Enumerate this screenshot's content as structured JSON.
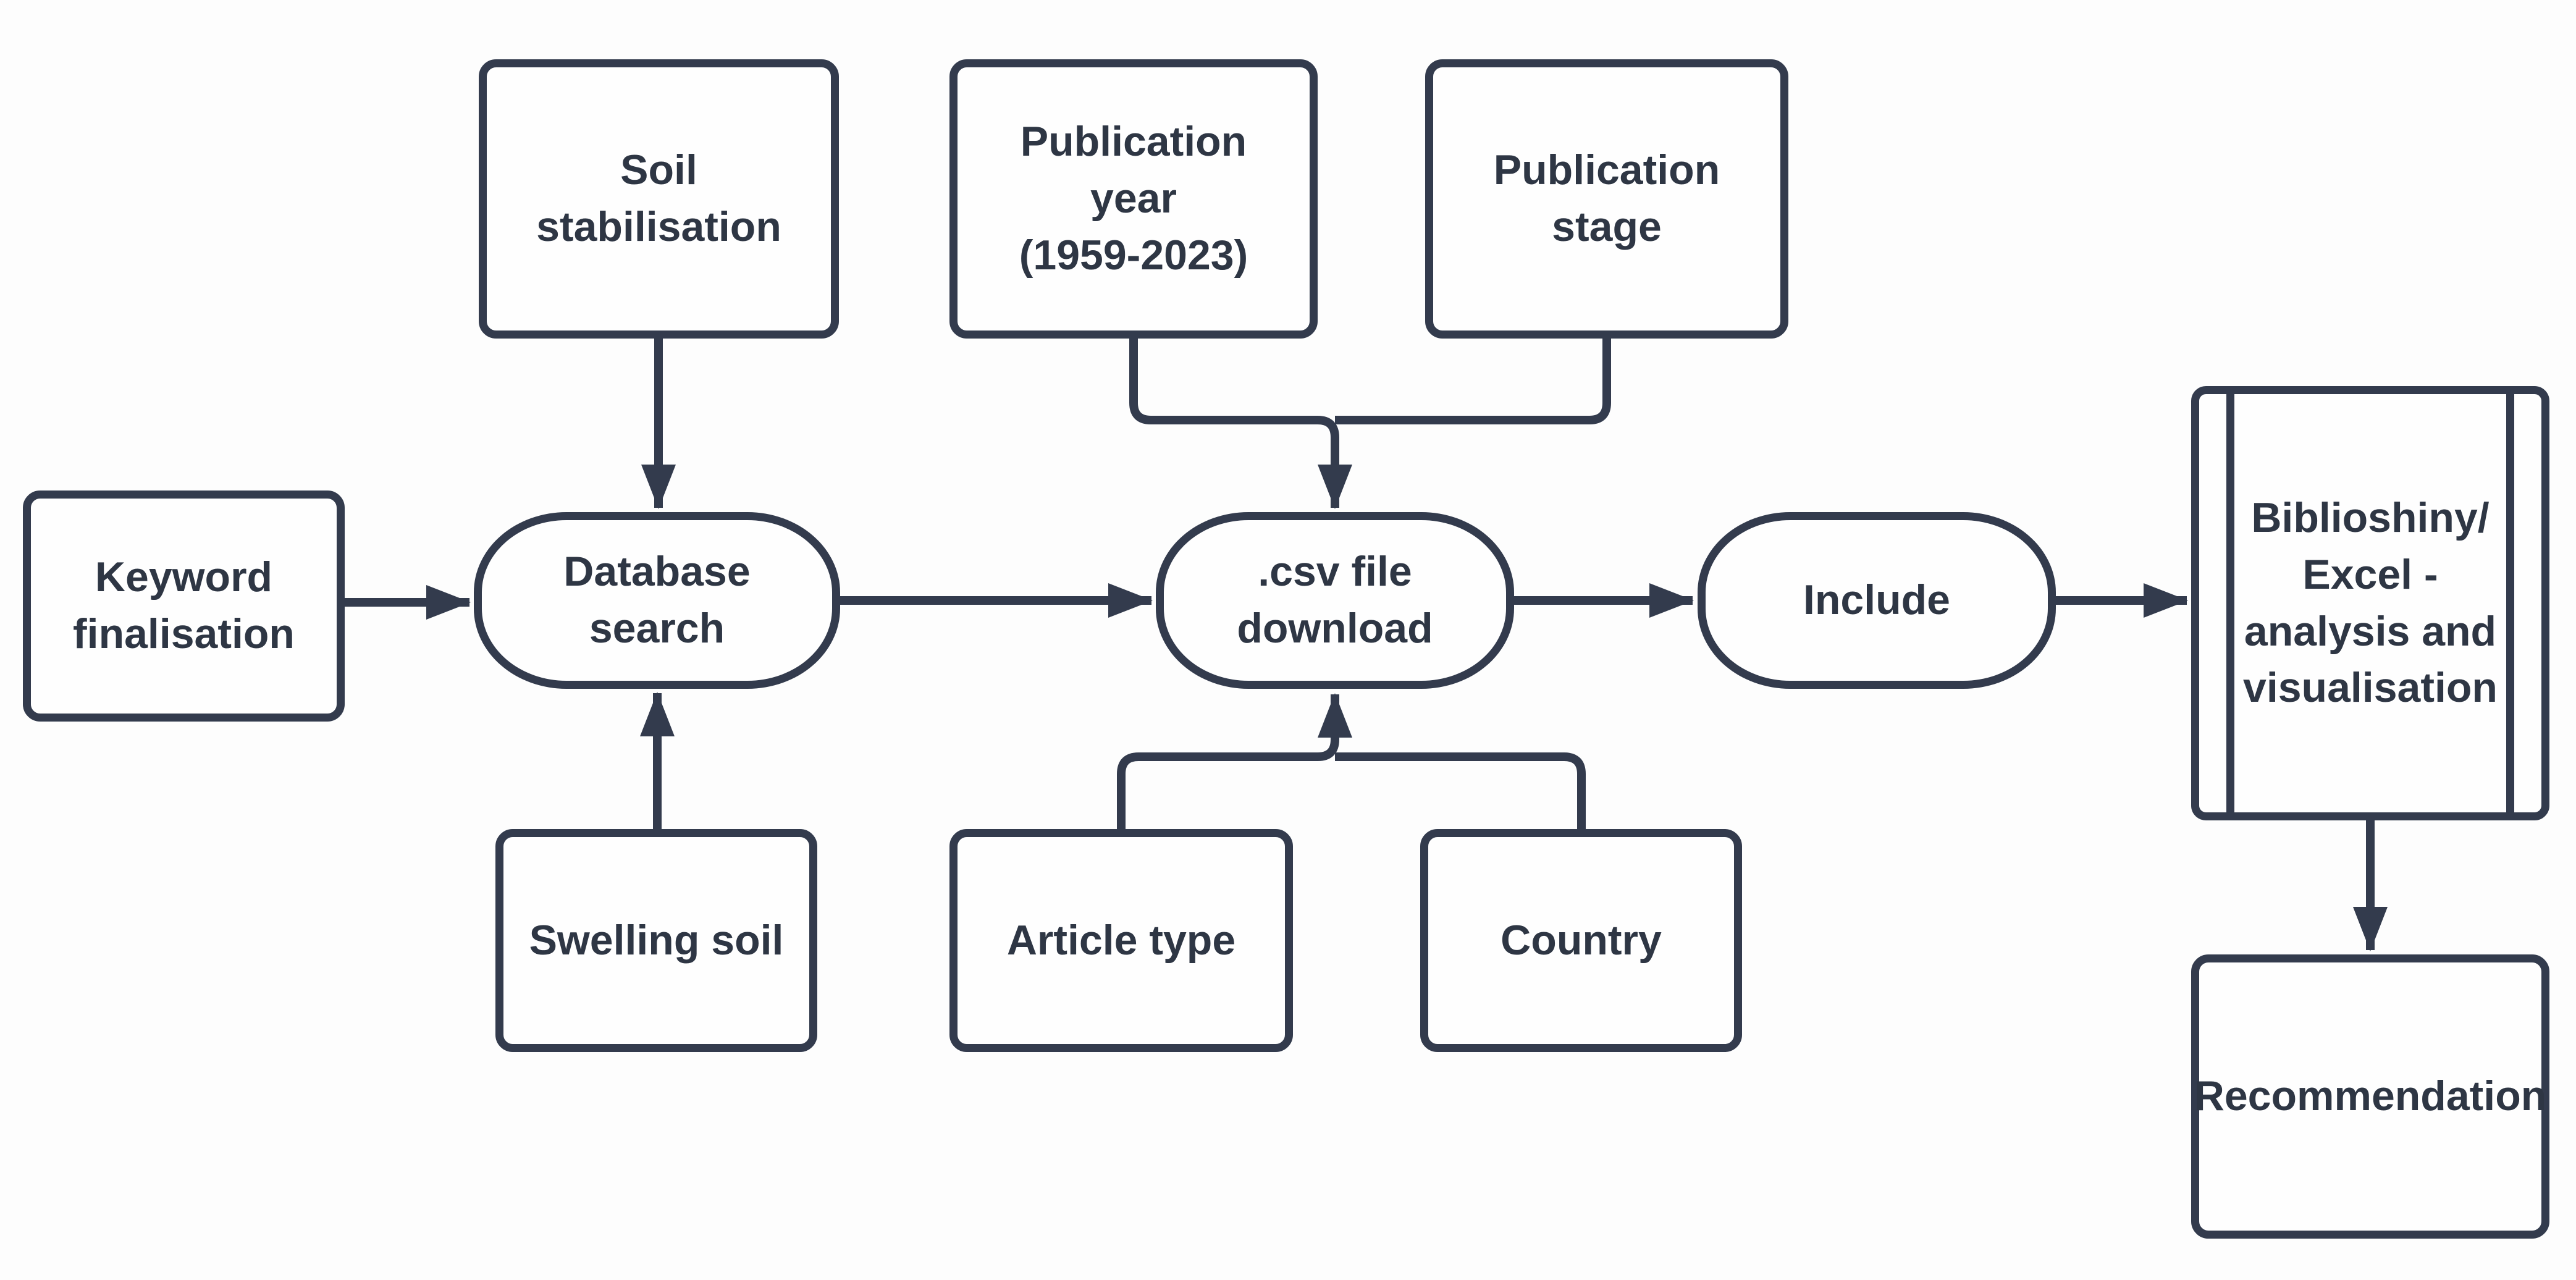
{
  "colors": {
    "background": "#fdfdfd",
    "node-fill": "#fefefe",
    "stroke": "#333b4d",
    "text": "#2e3644"
  },
  "nodes": {
    "soil_stabilisation": {
      "label": "Soil\nstabilisation",
      "shape": "rectangle"
    },
    "publication_year": {
      "label": "Publication\nyear\n(1959-2023)",
      "shape": "rectangle"
    },
    "publication_stage": {
      "label": "Publication\nstage",
      "shape": "rectangle"
    },
    "keyword_finalisation": {
      "label": "Keyword\nfinalisation",
      "shape": "rectangle"
    },
    "database_search": {
      "label": "Database search",
      "shape": "terminator"
    },
    "csv_file_download": {
      "label": ".csv file\ndownload",
      "shape": "terminator"
    },
    "include": {
      "label": "Include",
      "shape": "terminator"
    },
    "biblioshiny_excel": {
      "label": "Biblioshiny/\nExcel -\nanalysis and\nvisualisation",
      "shape": "predefined-process"
    },
    "swelling_soil": {
      "label": "Swelling soil",
      "shape": "rectangle"
    },
    "article_type": {
      "label": "Article type",
      "shape": "rectangle"
    },
    "country": {
      "label": "Country",
      "shape": "rectangle"
    },
    "recommendation": {
      "label": "Recommendation",
      "shape": "rectangle"
    }
  },
  "edges": [
    {
      "from": "soil_stabilisation",
      "to": "database_search"
    },
    {
      "from": "swelling_soil",
      "to": "database_search"
    },
    {
      "from": "keyword_finalisation",
      "to": "database_search"
    },
    {
      "from": "database_search",
      "to": "csv_file_download"
    },
    {
      "from": "publication_year",
      "to": "csv_file_download"
    },
    {
      "from": "publication_stage",
      "to": "csv_file_download"
    },
    {
      "from": "article_type",
      "to": "csv_file_download"
    },
    {
      "from": "country",
      "to": "csv_file_download"
    },
    {
      "from": "csv_file_download",
      "to": "include"
    },
    {
      "from": "include",
      "to": "biblioshiny_excel"
    },
    {
      "from": "biblioshiny_excel",
      "to": "recommendation"
    }
  ]
}
